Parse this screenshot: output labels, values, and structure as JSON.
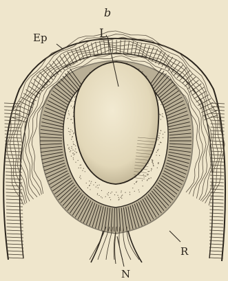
{
  "figure": {
    "labels": {
      "b": "b",
      "L": "L",
      "Ep": "Ep",
      "R": "R",
      "N": "N"
    },
    "colors": {
      "paper": "#efe6cc",
      "ink": "#2a241c",
      "ink_soft": "#5b5142",
      "lens_fill": "#e4dabd"
    }
  }
}
